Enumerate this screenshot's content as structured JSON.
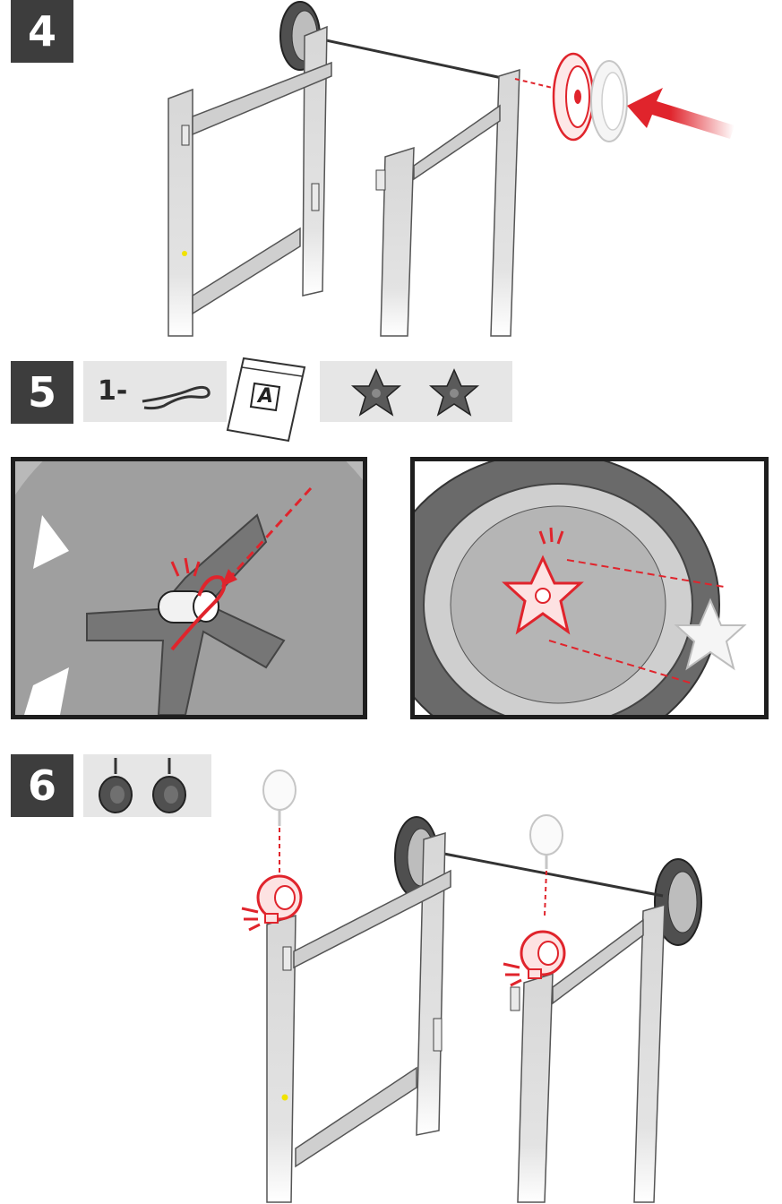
{
  "steps": [
    {
      "number": "4"
    },
    {
      "number": "5",
      "hardware_qty": "1-",
      "bag_label": "A"
    },
    {
      "number": "6"
    }
  ],
  "colors": {
    "highlight": "#e0242c",
    "badge": "#3d3d3d",
    "parts_strip": "#e6e6e6",
    "frame": "#c9c9c9",
    "tire": "#555555"
  },
  "icons": [
    "hitch-pin-icon",
    "hardware-bag-icon",
    "hubcap-icon",
    "caster-icon",
    "insert-arrow-icon"
  ]
}
